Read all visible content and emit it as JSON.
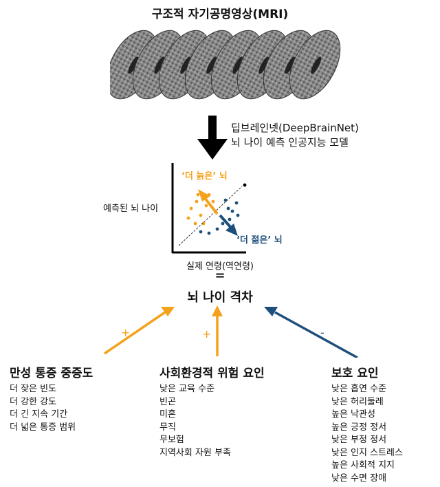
{
  "mri_title": "구조적 자기공명영상(MRI)",
  "model_label_line1": "딥브레인넷(DeepBrainNet)",
  "model_label_line2": "뇌 나이 예측 인공지능 모델",
  "scatter": {
    "y_axis_label": "예측된 뇌 나이",
    "x_axis_label": "실제 연령(역연령)",
    "older_label": "‘더 늙은’ 뇌",
    "younger_label": "‘더 젊은’ 뇌"
  },
  "equals_sign": "=",
  "gap_title": "뇌 나이 격차",
  "colors": {
    "orange": "#f4a11c",
    "blue": "#1d4f7c",
    "black": "#000000"
  },
  "factors": [
    {
      "heading": "만성 통증 중증도",
      "sign": "+",
      "items": [
        "더 잦은 빈도",
        "더 강한 강도",
        "더 긴 지속 기간",
        "더 넓은 통증 범위"
      ]
    },
    {
      "heading": "사회환경적 위험 요인",
      "sign": "+",
      "items": [
        "낮은 교육 수준",
        "빈곤",
        "미혼",
        "무직",
        "무보험",
        "지역사회 자원 부족"
      ]
    },
    {
      "heading": "보호 요인",
      "sign": "-",
      "items": [
        "낮은 흡연 수준",
        "낮은 허리둘레",
        "높은 낙관성",
        "높은 긍정 정서",
        "낮은 부정 정서",
        "낮은 인지 스트레스",
        "높은 사회적 지지",
        "낮은 수면 장애"
      ]
    }
  ]
}
